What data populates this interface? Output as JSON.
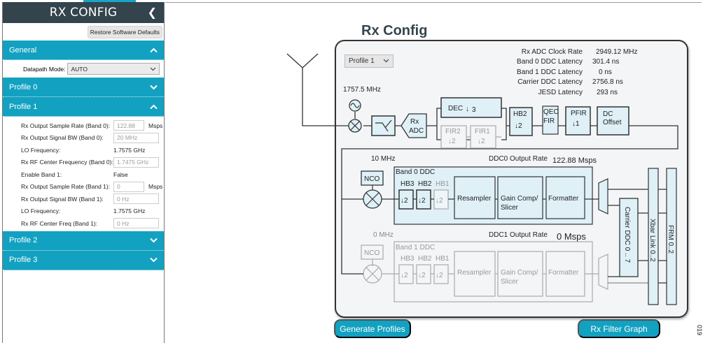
{
  "sidebar": {
    "title": "RX CONFIG",
    "collapse_icon": "chevron-left-icon",
    "restore_button": "Restore Software Defaults",
    "sections": {
      "general": {
        "label": "General",
        "expanded": true,
        "datapath_mode_label": "Datapath Mode:",
        "datapath_mode_value": "AUTO"
      },
      "profile0": {
        "label": "Profile 0",
        "expanded": false
      },
      "profile1": {
        "label": "Profile 1",
        "expanded": true,
        "fields": [
          {
            "label": "Rx Output Sample Rate (Band 0):",
            "value": "122.88",
            "unit": "Msps",
            "type": "input"
          },
          {
            "label": "Rx Output Signal BW (Band 0):",
            "value": "20 MHz",
            "type": "input"
          },
          {
            "label": "LO Frequency:",
            "value": "1.7575 GHz",
            "type": "static"
          },
          {
            "label": "Rx RF Center Frequency (Band 0):",
            "value": "1.7475 GHz",
            "type": "input"
          },
          {
            "label": "Enable Band 1:",
            "value": "False",
            "type": "static"
          },
          {
            "label": "Rx Output Sample Rate (Band 1):",
            "value": "0",
            "unit": "Msps",
            "type": "input"
          },
          {
            "label": "Rx Output Signal BW (Band 1):",
            "value": "0 Hz",
            "type": "input"
          },
          {
            "label": "LO Frequency:",
            "value": "1.7575 GHz",
            "type": "static"
          },
          {
            "label": "Rx RF Center Freq (Band 1):",
            "value": "0 Hz",
            "type": "input"
          }
        ]
      },
      "profile2": {
        "label": "Profile 2",
        "expanded": false
      },
      "profile3": {
        "label": "Profile 3",
        "expanded": false
      }
    }
  },
  "main": {
    "title": "Rx Config",
    "profile_select": "Profile 1",
    "stats": [
      {
        "label": "Rx ADC Clock Rate",
        "value": "2949.12 MHz"
      },
      {
        "label": "Band 0 DDC Latency",
        "value": "301.4 ns"
      },
      {
        "label": "Band 1 DDC Latency",
        "value": "0 ns"
      },
      {
        "label": "Carrier DDC Latency",
        "value": "2756.8 ns"
      },
      {
        "label": "JESD Latency",
        "value": "293 ns"
      }
    ],
    "lo_freq": "1757.5 MHz",
    "blocks": {
      "rx_adc": [
        "Rx",
        "ADC"
      ],
      "dec": "DEC",
      "dec_factor": "3",
      "fir2": "FIR2",
      "fir1": "FIR1",
      "hb2": "HB2",
      "qec_fir": [
        "QEC",
        "FIR"
      ],
      "pfir": "PFIR",
      "pfir_factor": "1",
      "dc_offset": [
        "DC",
        "Offset"
      ],
      "decim2": "2",
      "nco": "NCO",
      "hb3": "HB3",
      "hb1": "HB1",
      "resampler": "Resampler",
      "gain_comp": [
        "Gain Comp/",
        "Slicer"
      ],
      "formatter": "Formatter",
      "carrier_ddc": "Carrier DDC 0 .. 7",
      "xbar_link": "Xbar Link 0..2",
      "frm": "FRM 0..2"
    },
    "band0": {
      "title": "Band 0 DDC",
      "nco_freq": "10 MHz",
      "output_rate_label": "DDC0 Output Rate",
      "output_rate_value": "122.88 Msps"
    },
    "band1": {
      "title": "Band 1 DDC",
      "nco_freq": "0 MHz",
      "output_rate_label": "DDC1 Output Rate",
      "output_rate_value": "0 Msps"
    },
    "buttons": {
      "generate_profiles": "Generate Profiles",
      "rx_filter_graph": "Rx Filter Graph"
    },
    "figure_id": "019"
  },
  "colors": {
    "accent": "#12a1c1",
    "header_dark": "#33444d",
    "block_fill": "#dff0f7",
    "inactive": "#9a9a9a"
  }
}
